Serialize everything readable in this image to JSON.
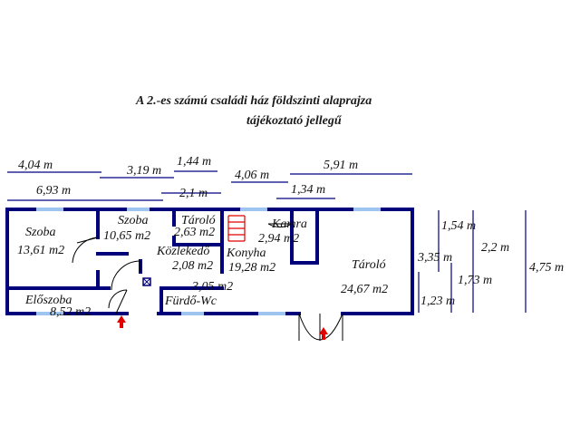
{
  "title": {
    "line1": "A 2.-es számú családi ház földszinti alaprajza",
    "line2": "tájékoztató jellegű"
  },
  "colors": {
    "wall": "#00007a",
    "line": "#000080",
    "window": "#9ec4f0",
    "arrow": "#e00000",
    "text": "#111111"
  },
  "dimensions": {
    "top_row1": [
      "4,04 m",
      "3,19 m",
      "1,44 m",
      "4,06 m",
      "5,91 m"
    ],
    "top_row2": [
      "6,93 m",
      "2,1 m",
      "1,34 m"
    ],
    "right": [
      "1,54 m",
      "2,2 m",
      "3,35 m",
      "1,73 m",
      "4,75 m",
      "1,23 m"
    ]
  },
  "rooms": {
    "szoba1": {
      "name": "Szoba",
      "area": "13,61 m2"
    },
    "szoba2": {
      "name": "Szoba",
      "area": "10,65 m2"
    },
    "tarolo_small": {
      "name": "Tároló",
      "area": "2,63 m2"
    },
    "kamra": {
      "name": "Kamra",
      "area": "2,94 m2"
    },
    "kozlekedo": {
      "name": "Közlekedő",
      "area": "2,08 m2"
    },
    "konyha": {
      "name": "Konyha",
      "area": "19,28 m2"
    },
    "tarolo_big": {
      "name": "Tároló",
      "area": "24,67 m2"
    },
    "furdo": {
      "name": "Fürdő-Wc",
      "area": "3,05 m2"
    },
    "eloszoba": {
      "name": "Előszoba",
      "area": "8,52 m2"
    }
  }
}
